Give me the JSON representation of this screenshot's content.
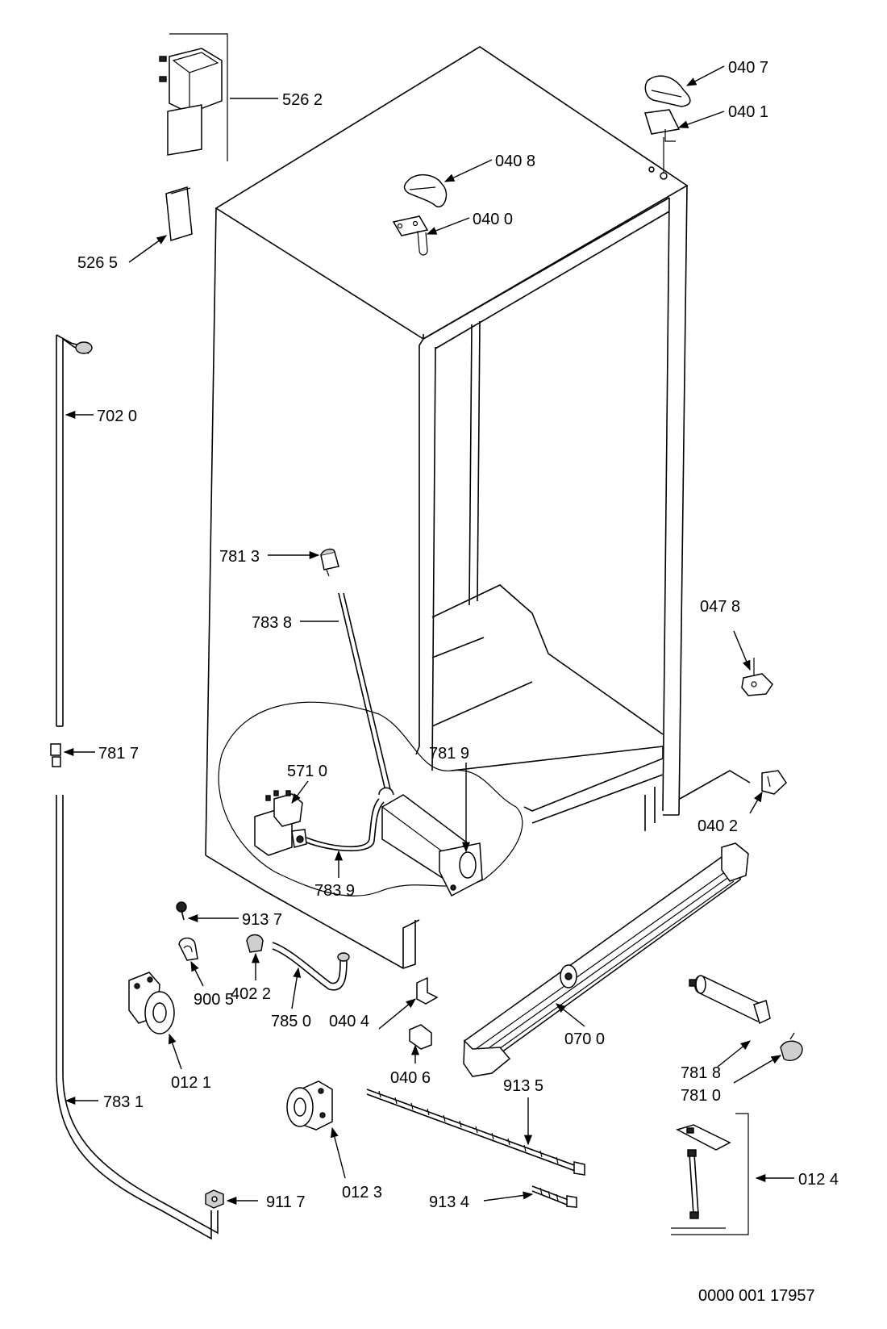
{
  "parts": {
    "p526_2": "526 2",
    "p526_5": "526 5",
    "p040_7": "040 7",
    "p040_1": "040 1",
    "p040_8": "040 8",
    "p040_0": "040 0",
    "p702_0": "702 0",
    "p781_3": "781 3",
    "p783_8": "783 8",
    "p047_8": "047 8",
    "p781_7": "781 7",
    "p571_0": "571 0",
    "p781_9": "781 9",
    "p040_2": "040 2",
    "p783_9": "783 9",
    "p913_7": "913 7",
    "p402_2": "402 2",
    "p785_0": "785 0",
    "p900_5": "900 5",
    "p040_4": "040 4",
    "p070_0": "070 0",
    "p012_1": "012 1",
    "p040_6": "040 6",
    "p913_5": "913 5",
    "p781_8": "781 8",
    "p781_0": "781 0",
    "p783_1": "783 1",
    "p012_3": "012 3",
    "p911_7": "911 7",
    "p913_4": "913 4",
    "p012_4": "012 4"
  },
  "document_number": "0000 001 17957"
}
